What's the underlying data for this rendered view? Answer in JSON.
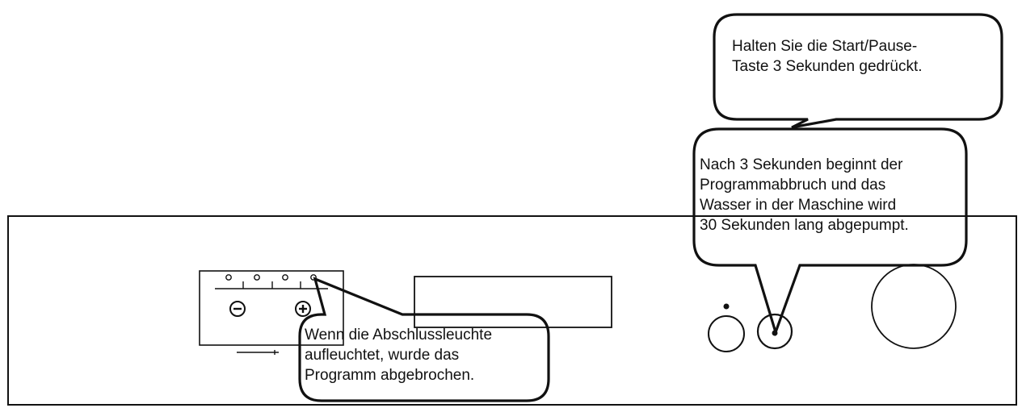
{
  "callouts": {
    "hold_button": {
      "lines": [
        "Halten Sie die Start/Pause-",
        "Taste 3 Sekunden gedrückt."
      ]
    },
    "after_3_seconds": {
      "lines": [
        "Nach 3 Sekunden beginnt der",
        "Programmabbruch und das",
        "Wasser in der Maschine wird",
        "30 Sekunden lang abgepumpt."
      ]
    },
    "finish_light": {
      "lines": [
        "Wenn die Abschlussleuchte",
        "aufleuchtet, wurde das",
        "Programm abgebrochen."
      ]
    }
  },
  "icons": {
    "minus": "minus-icon",
    "plus": "plus-icon"
  },
  "colors": {
    "line": "#111111",
    "background": "#ffffff"
  }
}
